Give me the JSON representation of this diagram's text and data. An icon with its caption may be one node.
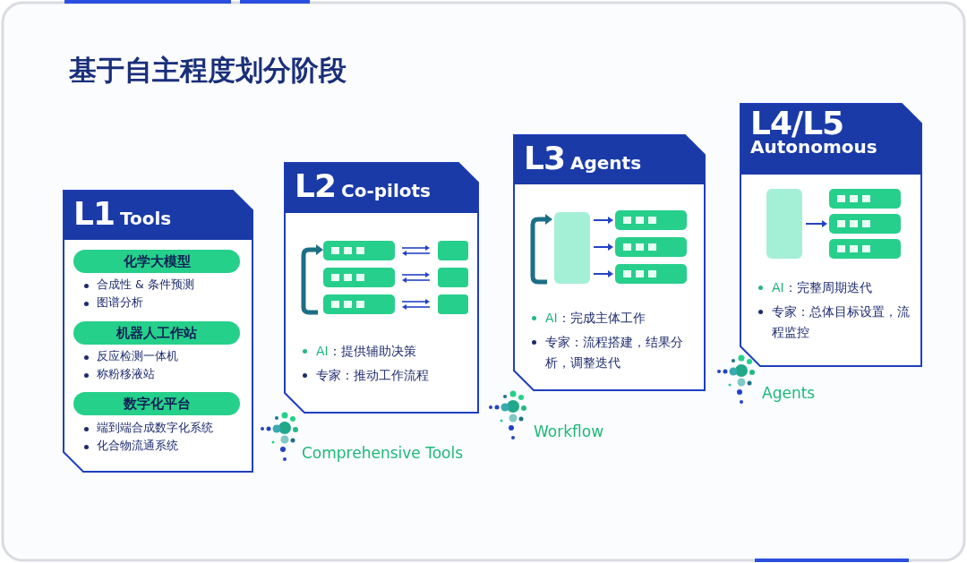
{
  "diagram": {
    "title": "基于自主程度划分阶段",
    "nodes": [
      {
        "text": [
          "L1",
          "Tools"
        ]
      },
      {
        "text": [
          "化学大模型"
        ],
        "in": 0,
        "beside": [
          "合成性 & 条件预测",
          "图谱分析"
        ]
      },
      {
        "text": [
          "机器人工作站"
        ],
        "in": 0,
        "beside": [
          "反应检测一体机",
          "称粉移液站"
        ]
      },
      {
        "text": [
          "数字化平台"
        ],
        "in": 0,
        "beside": [
          "端到端合成数字化系统",
          "化合物流通系统"
        ]
      },
      {
        "text": [
          "L2",
          "Co-pilots",
          "AI：提供辅助决策",
          "专家：推动工作流程"
        ]
      },
      {
        "text": [
          "L3",
          "Agents",
          "AI：完成主体工作",
          "专家：流程搭建，结果分析，调整迭代"
        ]
      },
      {
        "text": [
          "L4/L5",
          "Autonomous",
          "AI：完整周期迭代",
          "专家：总体目标设置，流程监控"
        ]
      }
    ],
    "labels": [
      "Comprehensive Tools",
      "Workflow",
      "Agents"
    ]
  }
}
